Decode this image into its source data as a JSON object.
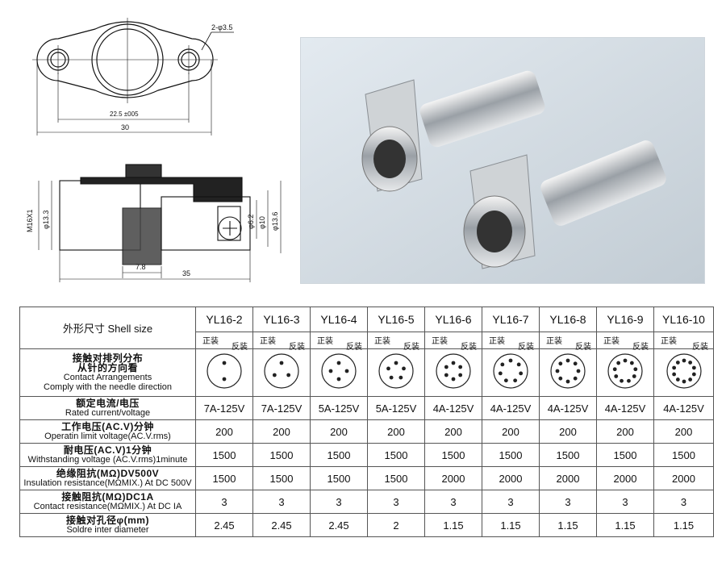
{
  "drawing": {
    "flange_hole_label": "2-φ3.5",
    "hole_spacing_label": "22.5 ±005",
    "flange_width_label": "30",
    "thread_label": "M16X1",
    "d1_label": "φ13.3",
    "d2_label": "φ6.2",
    "d3_label": "φ10",
    "d4_label": "φ13.6",
    "len1_label": "7.8",
    "len2_label": "35"
  },
  "table": {
    "shell_size_label": "外形尺寸 Shell size",
    "models": [
      "YL16-2",
      "YL16-3",
      "YL16-4",
      "YL16-5",
      "YL16-6",
      "YL16-7",
      "YL16-8",
      "YL16-9",
      "YL16-10"
    ],
    "front_label": "正装",
    "reverse_label": "反装",
    "pins": [
      2,
      3,
      4,
      5,
      6,
      7,
      8,
      9,
      10
    ],
    "rows": [
      {
        "zh": "接触对排列分布",
        "zh2": "从针的方向看",
        "en": "Contact Arrangements",
        "en2": "Comply with the needle direction",
        "type": "diagram"
      },
      {
        "zh": "额定电流/电压",
        "en": "Rated current/voltage",
        "values": [
          "7A-125V",
          "7A-125V",
          "5A-125V",
          "5A-125V",
          "4A-125V",
          "4A-125V",
          "4A-125V",
          "4A-125V",
          "4A-125V"
        ]
      },
      {
        "zh": "工作电压(AC.V)分钟",
        "en": "Operatin limit voltage(AC.V.rms)",
        "values": [
          "200",
          "200",
          "200",
          "200",
          "200",
          "200",
          "200",
          "200",
          "200"
        ]
      },
      {
        "zh": "耐电压(AC.V)1分钟",
        "en": "Withstanding voltage (AC.V.rms)1minute",
        "values": [
          "1500",
          "1500",
          "1500",
          "1500",
          "1500",
          "1500",
          "1500",
          "1500",
          "1500"
        ]
      },
      {
        "zh": "绝缘阻抗(MΩ)DV500V",
        "en": "Insulation resistance(MΩMIX.) At DC 500V",
        "values": [
          "1500",
          "1500",
          "1500",
          "1500",
          "2000",
          "2000",
          "2000",
          "2000",
          "2000"
        ]
      },
      {
        "zh": "接触阻抗(MΩ)DC1A",
        "en": "Contact resistance(MΩMIX.) At DC IA",
        "values": [
          "3",
          "3",
          "3",
          "3",
          "3",
          "3",
          "3",
          "3",
          "3"
        ]
      },
      {
        "zh": "接触对孔径φ(mm)",
        "en": "Soldre inter diameter",
        "values": [
          "2.45",
          "2.45",
          "2.45",
          "2",
          "1.15",
          "1.15",
          "1.15",
          "1.15",
          "1.15"
        ]
      }
    ]
  }
}
